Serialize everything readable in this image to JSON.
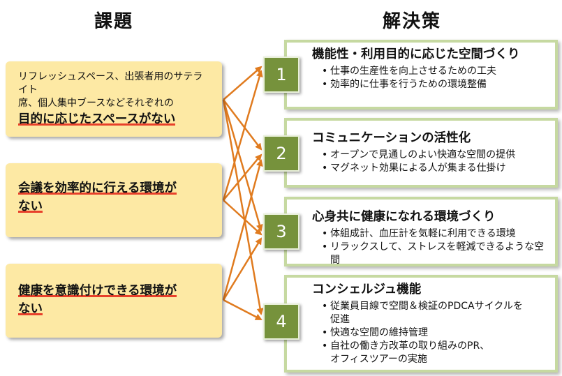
{
  "headings": {
    "issues": "課題",
    "solutions": "解決策"
  },
  "issues": [
    {
      "sub": [
        "リフレッシュスペース、出張者用のサテライト",
        "席、個人集中ブースなどそれぞれの"
      ],
      "main": [
        "目的に応じたスペースがない"
      ]
    },
    {
      "sub": [],
      "main": [
        "会議を効率的に行える環境が",
        "ない"
      ]
    },
    {
      "sub": [],
      "main": [
        "健康を意識付けできる環境が",
        "ない"
      ]
    }
  ],
  "solutions": [
    {
      "number": "1",
      "title": "機能性・利用目的に応じた空間づくり",
      "bullets": [
        "仕事の生産性を向上させるための工夫",
        "効率的に仕事を行うための環境整備"
      ]
    },
    {
      "number": "2",
      "title": "コミュニケーションの活性化",
      "bullets": [
        "オープンで見通しのよい快適な空間の提供",
        "マグネット効果による人が集まる仕掛け"
      ]
    },
    {
      "number": "3",
      "title": "心身共に健康になれる環境づくり",
      "bullets": [
        "体組成計、血圧計を気軽に利用できる環境",
        "リラックスして、ストレスを軽減できるような空間"
      ]
    },
    {
      "number": "4",
      "title": "コンシェルジュ機能",
      "bullets": [
        "従業員目線で空間＆検証のPDCAサイクルを\n促進",
        "快適な空間の維持管理",
        "自社の働き方改革の取り組みのPR、\nオフィスツアーの実施"
      ]
    }
  ],
  "colors": {
    "arrow": "#e07b1f",
    "issue_fill": "#fde9a4",
    "number_fill": "#76923c",
    "solution_border": "#c6d9a1",
    "underline": "#e8402a"
  }
}
